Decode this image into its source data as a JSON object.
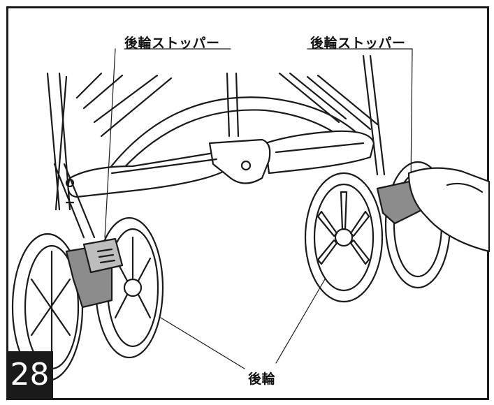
{
  "step_number": "28",
  "labels": {
    "left_stopper": "後輪ストッパー",
    "right_stopper": "後輪ストッパー",
    "rear_wheel": "後輪"
  },
  "colors": {
    "line": "#1a1a1a",
    "stopper_gray": "#8c8c8c",
    "stopper_light": "#bdbdbd",
    "badge_bg": "#1a1a1a"
  }
}
